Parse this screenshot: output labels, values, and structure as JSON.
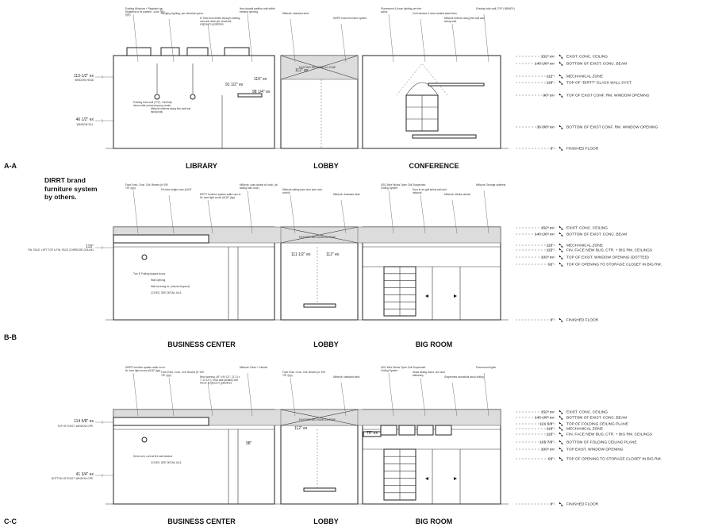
{
  "sections": {
    "aa": {
      "tag": "A-A",
      "rooms": [
        "LIBRARY",
        "LOBBY",
        "CONFERENCE"
      ],
      "levels": [
        {
          "v": "152\" ex",
          "t": "EXIST. CONC. CEILING"
        },
        {
          "v": "140 1/8\" ex",
          "t": "BOTTOM OF EXIST. CONC. BEAM"
        },
        {
          "v": "112\"",
          "t": "MECHANICAL ZONE"
        },
        {
          "v": "118\"",
          "t": "TOP OF \"DIRTT\" GLASS WALL SYST."
        },
        {
          "v": "90\" ex",
          "t": "TOP OF EXIST CONF. RM. WINDOW OPENING"
        },
        {
          "v": "36 3/8\" ex",
          "t": "BOTTOM OF EXIST CONF. RM. WINDOW OPENING"
        },
        {
          "v": "0\"",
          "t": "FINISHED FLOOR"
        }
      ],
      "left_dims": [
        {
          "v": "113-1/2\" ex",
          "s": "WINDOW HEAD"
        },
        {
          "v": "46 1/2\" ex",
          "s": "WINDOW SILL"
        }
      ],
      "inner_dims": [
        "91 1/2\" ex",
        "110\" ex",
        "98 1/4\" ex",
        "112\" ex"
      ],
      "notes": [
        "Existing Windows + Registers typ. Registers to be painted - color TBD (typ).",
        "Hanging Lighting, per electrical specs",
        "8\" Stub from drilled through existing concrete deck per structural engineer's guidelines",
        "New drywall partition wall within existing opening",
        "Millwork, standard desk",
        "DIRRT brand furniture system",
        "Fluorescent & down lighting per elec specs",
        "Cold window & down sealed stack flues",
        "Millwork shelves along this wall and facing wall.",
        "Existing brick wall (TYP LIBRARY).",
        "Existing brick wall (TYP). Carefully clean while preserving any marks",
        "Millwork shelves along this wall and facing wall."
      ]
    },
    "bb": {
      "tag": "B-B",
      "rooms": [
        "BUSINESS CENTER",
        "LOBBY",
        "BIG ROOM"
      ],
      "levels": [
        {
          "v": "152\" ex",
          "t": "EXIST. CONC. CEILING"
        },
        {
          "v": "140 1/8\" ex",
          "t": "BOTTOM OF EXIST. CONC. BEAM"
        },
        {
          "v": "115\"",
          "t": "MECHANICAL ZONE"
        },
        {
          "v": "115\"",
          "t": "FIN. FACE NEW BUS. CTR. + BIG RM. CEILINGS"
        },
        {
          "v": "103\" ex",
          "t": "TOP OF EXIST. WINDOW OPENING (DOTTED)"
        },
        {
          "v": "92\"",
          "t": "TOP OF OPENING TO STORAGE CLOSET IN BIG RM."
        },
        {
          "v": "0\"",
          "t": "FINISHED FLOOR"
        }
      ],
      "left_dims": [
        {
          "v": "115\"",
          "s": "FIN. FACE: LEFT TOP & FIN. FACE CORRIDOR CEILING"
        }
      ],
      "inner_dims": [
        "111 1/2\" ex",
        "112\" ex"
      ],
      "notes": [
        "Face Exist. Conc. Ceil. Beams (#~190 7/8\" (typ)",
        "Fin floor height cove (#118\"",
        "DIRTT furniture system walls runs to fin. face light coves (#118\" (typ)",
        "Millwork: coat closets w/ hook, (w/ sliding barn door)",
        "Millwork sliding barn door (see door sched)",
        "Millwork: Assistant desk",
        "USG Wire Works Open Cell Suspended Ceiling System",
        "Door to air-grill below wall and millwork",
        "Millwork: Media cabinet",
        "Millwork: Storage cabinets",
        "Two 8' Folding bypass doors",
        "Wall opening",
        "Wall covering ex. (column beyond)",
        "COVES, SEE DETAIL A3-6"
      ]
    },
    "cc": {
      "tag": "C-C",
      "rooms": [
        "BUSINESS CENTER",
        "LOBBY",
        "BIG ROOM"
      ],
      "levels": [
        {
          "v": "152\" ex",
          "t": "EXIST. CONC. CEILING"
        },
        {
          "v": "140 1/8\" ex",
          "t": "BOTTOM OF EXIST. CONC. BEAM"
        },
        {
          "v": "121 5/8\"",
          "t": "TOP OF FOLDING CEILING PLANE"
        },
        {
          "v": "119\"",
          "t": "MECHANICAL ZONE"
        },
        {
          "v": "115\"",
          "t": "FIN. FACE NEW BUS. CTR. + BIG RM. CEILINGS"
        },
        {
          "v": "105 7/8\"",
          "t": "BOTTOM OF FOLDING CEILING PLANE"
        },
        {
          "v": "103\" ex",
          "t": "TOP EXIST. WINDOW OPENING"
        },
        {
          "v": "92\"",
          "t": "TOP OF OPENING TO STORAGE CLOSET IN BIG RM."
        },
        {
          "v": "0\"",
          "t": "FINISHED FLOOR"
        }
      ],
      "left_dims": [
        {
          "v": "114 5/8\" ex",
          "s": "TOP OF EXIST. WINDOW OPE."
        },
        {
          "v": "41 3/4\" ex",
          "s": "BOTTOM OF EXIST. WINDOW OPE."
        }
      ],
      "inner_dims": [
        "98\"",
        "112\" ex",
        "75\" ex"
      ],
      "notes": [
        "DIRRT furniture system walls run to fin. face light coves (#118\" (typ)",
        "Face Exist. Conc. Ceil. Beams (#~190 7/8\" (typ)",
        "New opening, 48\" x 94 1/2\", (3'-11 x 7'-10 1/2\"), brick wall (details) See Struct. Engineer's guidelines",
        "Millwork: Desk + Cabinet",
        "Face Exist. Conc. Ceil. Beams (#~190 7/8\" (typ)",
        "Millwork: standard desk",
        "USG Wire Works Open Cell Suspended Ceiling System",
        "Glass sliding doors, one door stationary",
        "Suspended acoustical wood ceiling",
        "Fluorescent lights",
        "Drink corn, curb at fire wall window",
        "COVES, SEE DETAIL A3-6"
      ]
    }
  },
  "beam_label": "EXISTING MECHANICAL ZONE",
  "side_note": "DIRRT brand\nfurniture system\nby others."
}
